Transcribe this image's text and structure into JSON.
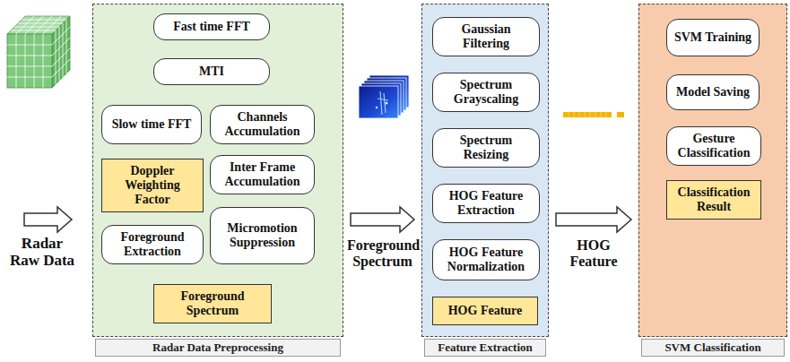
{
  "diagram": {
    "nodes": [
      {
        "text": [
          "Radar Data Preprocessing"
        ]
      },
      {
        "text": [
          "Fast time FFT"
        ],
        "in": 0
      },
      {
        "text": [
          "MTI"
        ],
        "in": 0
      },
      {
        "text": [
          "Slow time FFT"
        ],
        "in": 0
      },
      {
        "text": [
          "Channels Accumulation"
        ],
        "in": 0
      },
      {
        "text": [
          "Doppler Weighting Factor"
        ],
        "in": 0
      },
      {
        "text": [
          "Inter Frame Accumulation"
        ],
        "in": 0
      },
      {
        "text": [
          "Foreground Extraction"
        ],
        "in": 0
      },
      {
        "text": [
          "Micromotion Suppression"
        ],
        "in": 0
      },
      {
        "text": [
          "Foreground Spectrum"
        ],
        "in": 0
      },
      {
        "text": [
          "Feature Extraction"
        ]
      },
      {
        "text": [
          "Gaussian Filtering"
        ],
        "in": 10
      },
      {
        "text": [
          "Spectrum Grayscaling"
        ],
        "in": 10
      },
      {
        "text": [
          "Spectrum Resizing"
        ],
        "in": 10
      },
      {
        "text": [
          "HOG Feature Extraction"
        ],
        "in": 10
      },
      {
        "text": [
          "HOG Feature Normalization"
        ],
        "in": 10
      },
      {
        "text": [
          "HOG Feature"
        ],
        "in": 10
      },
      {
        "text": [
          "SVM Classification"
        ]
      },
      {
        "text": [
          "SVM Training"
        ],
        "in": 17
      },
      {
        "text": [
          "Model Saving"
        ],
        "in": 17
      },
      {
        "text": [
          "Gesture Classification"
        ],
        "in": 17
      },
      {
        "text": [
          "Classification Result"
        ],
        "in": 17
      }
    ],
    "edges": [
      {
        "from": 1,
        "to": 2,
        "arrow": "to"
      },
      {
        "from": 2,
        "to": 3,
        "arrow": "to"
      },
      {
        "from": 2,
        "to": 4,
        "arrow": "to"
      },
      {
        "from": 3,
        "to": 5,
        "arrow": "to"
      },
      {
        "from": 5,
        "to": 7,
        "arrow": "to"
      },
      {
        "from": 4,
        "to": 6,
        "arrow": "to"
      },
      {
        "from": 6,
        "to": 8,
        "arrow": "to"
      },
      {
        "from": 7,
        "to": 9,
        "arrow": "to"
      },
      {
        "from": 8,
        "to": 9,
        "arrow": "to"
      },
      {
        "from": 0,
        "to": 10,
        "label": "Foreground Spectrum",
        "arrow": "to"
      },
      {
        "from": 11,
        "to": 12,
        "arrow": "to"
      },
      {
        "from": 12,
        "to": 13,
        "arrow": "to"
      },
      {
        "from": 13,
        "to": 14,
        "arrow": "to"
      },
      {
        "from": 14,
        "to": 15,
        "arrow": "to"
      },
      {
        "from": 15,
        "to": 16,
        "arrow": "to"
      },
      {
        "from": 10,
        "to": 17,
        "label": "HOG Feature",
        "arrow": "to"
      },
      {
        "from": 18,
        "to": 19,
        "arrow": "to"
      },
      {
        "from": 19,
        "to": 20,
        "arrow": "to"
      },
      {
        "from": 20,
        "to": 21,
        "arrow": "to"
      }
    ],
    "labels": [
      "Radar Raw Data"
    ]
  }
}
